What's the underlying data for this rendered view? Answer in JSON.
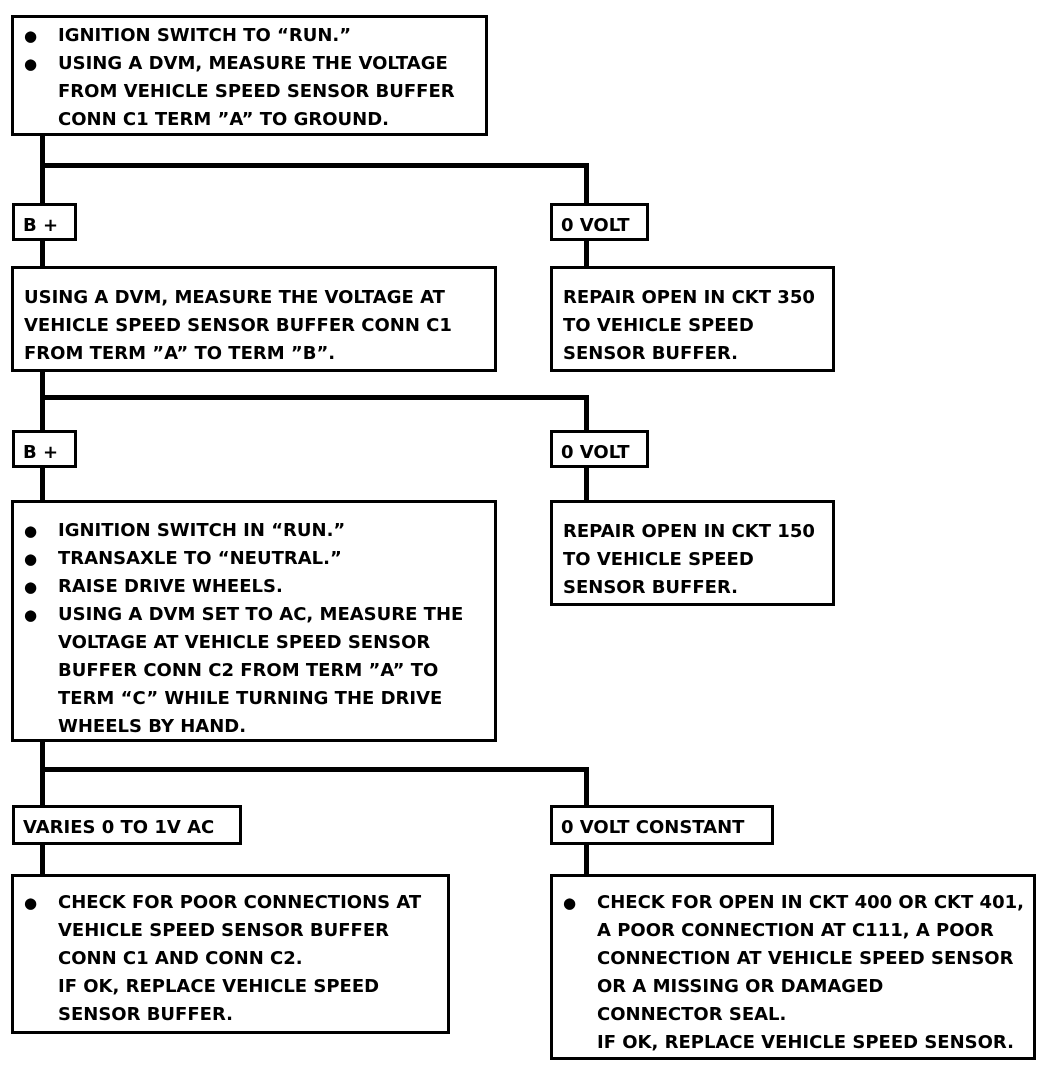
{
  "step1": {
    "bullets": [
      "IGNITION SWITCH TO “RUN.”",
      "USING A DVM, MEASURE THE VOLTAGE"
    ],
    "cont": [
      "FROM VEHICLE SPEED SENSOR BUFFER",
      "CONN C1 TERM ”A” TO GROUND."
    ]
  },
  "branch1": {
    "left_label": "B +",
    "right_label": "0 VOLT",
    "right_action": [
      "REPAIR OPEN IN CKT 350",
      "TO VEHICLE SPEED",
      "SENSOR BUFFER."
    ]
  },
  "step2": {
    "lines": [
      "USING A DVM, MEASURE THE VOLTAGE AT",
      "VEHICLE SPEED SENSOR BUFFER CONN C1",
      "FROM TERM ”A” TO TERM ”B”."
    ]
  },
  "branch2": {
    "left_label": "B +",
    "right_label": "0 VOLT",
    "right_action": [
      "REPAIR OPEN IN CKT 150",
      "TO VEHICLE SPEED",
      "SENSOR BUFFER."
    ]
  },
  "step3": {
    "bullets": [
      "IGNITION SWITCH IN “RUN.”",
      "TRANSAXLE TO “NEUTRAL.”",
      "RAISE DRIVE WHEELS.",
      "USING A DVM SET TO AC, MEASURE THE"
    ],
    "cont": [
      "VOLTAGE AT VEHICLE SPEED SENSOR",
      "BUFFER CONN C2 FROM TERM ”A” TO",
      "TERM “C” WHILE TURNING THE DRIVE",
      "WHEELS BY HAND."
    ]
  },
  "branch3": {
    "left_label": "VARIES 0 TO 1V AC",
    "right_label": "0 VOLT CONSTANT",
    "left_action": {
      "bullet": "CHECK FOR POOR CONNECTIONS AT",
      "cont": [
        "VEHICLE SPEED SENSOR BUFFER",
        "CONN C1 AND CONN C2.",
        "IF OK, REPLACE VEHICLE SPEED",
        "SENSOR BUFFER."
      ]
    },
    "right_action": {
      "bullet": "CHECK FOR OPEN IN CKT 400 OR CKT 401,",
      "cont": [
        "A POOR CONNECTION AT C111, A POOR",
        "CONNECTION AT VEHICLE SPEED SENSOR",
        "OR A MISSING OR DAMAGED",
        "CONNECTOR SEAL.",
        "IF OK, REPLACE VEHICLE SPEED SENSOR."
      ]
    }
  }
}
